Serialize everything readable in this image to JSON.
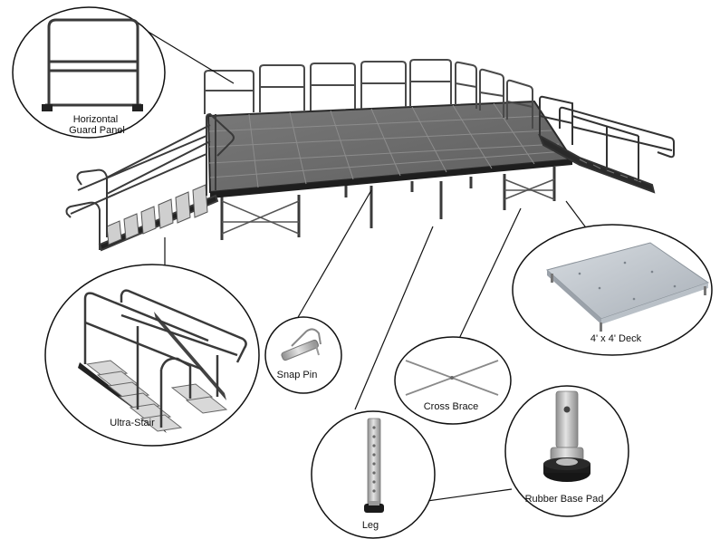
{
  "callouts": {
    "guard_panel": "Horizontal\nGuard Panel",
    "ultra_stair": "Ultra-Stair",
    "snap_pin": "Snap Pin",
    "cross_brace": "Cross Brace",
    "deck": "4' x 4' Deck",
    "leg": "Leg",
    "rubber_pad": "Rubber Base Pad"
  },
  "colors": {
    "deck_top": "#6f6f6f",
    "deck_grid": "#8a8a8a",
    "frame": "#2a2a2a",
    "rail": "#4a4a4a",
    "metal_light": "#c9c9c9",
    "metal_dark": "#7d7d7d",
    "pad": "#1a1a1a"
  }
}
